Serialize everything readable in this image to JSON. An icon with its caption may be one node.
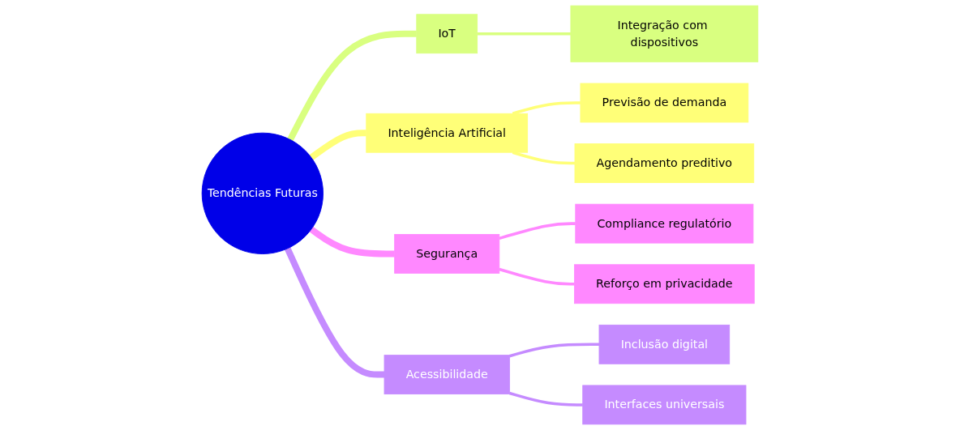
{
  "diagram": {
    "nodes": [
      {
        "text": [
          "Tendências Futuras"
        ]
      },
      {
        "text": [
          "IoT"
        ]
      },
      {
        "text": [
          "Integração com dispositivos"
        ]
      },
      {
        "text": [
          "Inteligência Artificial"
        ]
      },
      {
        "text": [
          "Previsão de demanda"
        ]
      },
      {
        "text": [
          "Agendamento preditivo"
        ]
      },
      {
        "text": [
          "Segurança"
        ]
      },
      {
        "text": [
          "Compliance regulatório"
        ]
      },
      {
        "text": [
          "Reforço em privacidade"
        ]
      },
      {
        "text": [
          "Acessibilidade"
        ]
      },
      {
        "text": [
          "Inclusão digital"
        ]
      },
      {
        "text": [
          "Interfaces universais"
        ]
      }
    ],
    "edges": [
      {
        "from": 0,
        "to": 1,
        "arrow": "none",
        "style": "thick",
        "color": "#d9ff80"
      },
      {
        "from": 1,
        "to": 2,
        "arrow": "none",
        "color": "#d9ff80"
      },
      {
        "from": 0,
        "to": 3,
        "arrow": "none",
        "style": "thick",
        "color": "#ffff78"
      },
      {
        "from": 3,
        "to": 4,
        "arrow": "none",
        "color": "#ffff78"
      },
      {
        "from": 3,
        "to": 5,
        "arrow": "none",
        "color": "#ffff78"
      },
      {
        "from": 0,
        "to": 6,
        "arrow": "none",
        "style": "thick",
        "color": "#ff88ff"
      },
      {
        "from": 6,
        "to": 7,
        "arrow": "none",
        "color": "#ff88ff"
      },
      {
        "from": 6,
        "to": 8,
        "arrow": "none",
        "color": "#ff88ff"
      },
      {
        "from": 0,
        "to": 9,
        "arrow": "none",
        "style": "thick",
        "color": "#c58bff"
      },
      {
        "from": 9,
        "to": 10,
        "arrow": "none",
        "color": "#c58bff"
      },
      {
        "from": 9,
        "to": 11,
        "arrow": "none",
        "color": "#c58bff"
      }
    ]
  }
}
